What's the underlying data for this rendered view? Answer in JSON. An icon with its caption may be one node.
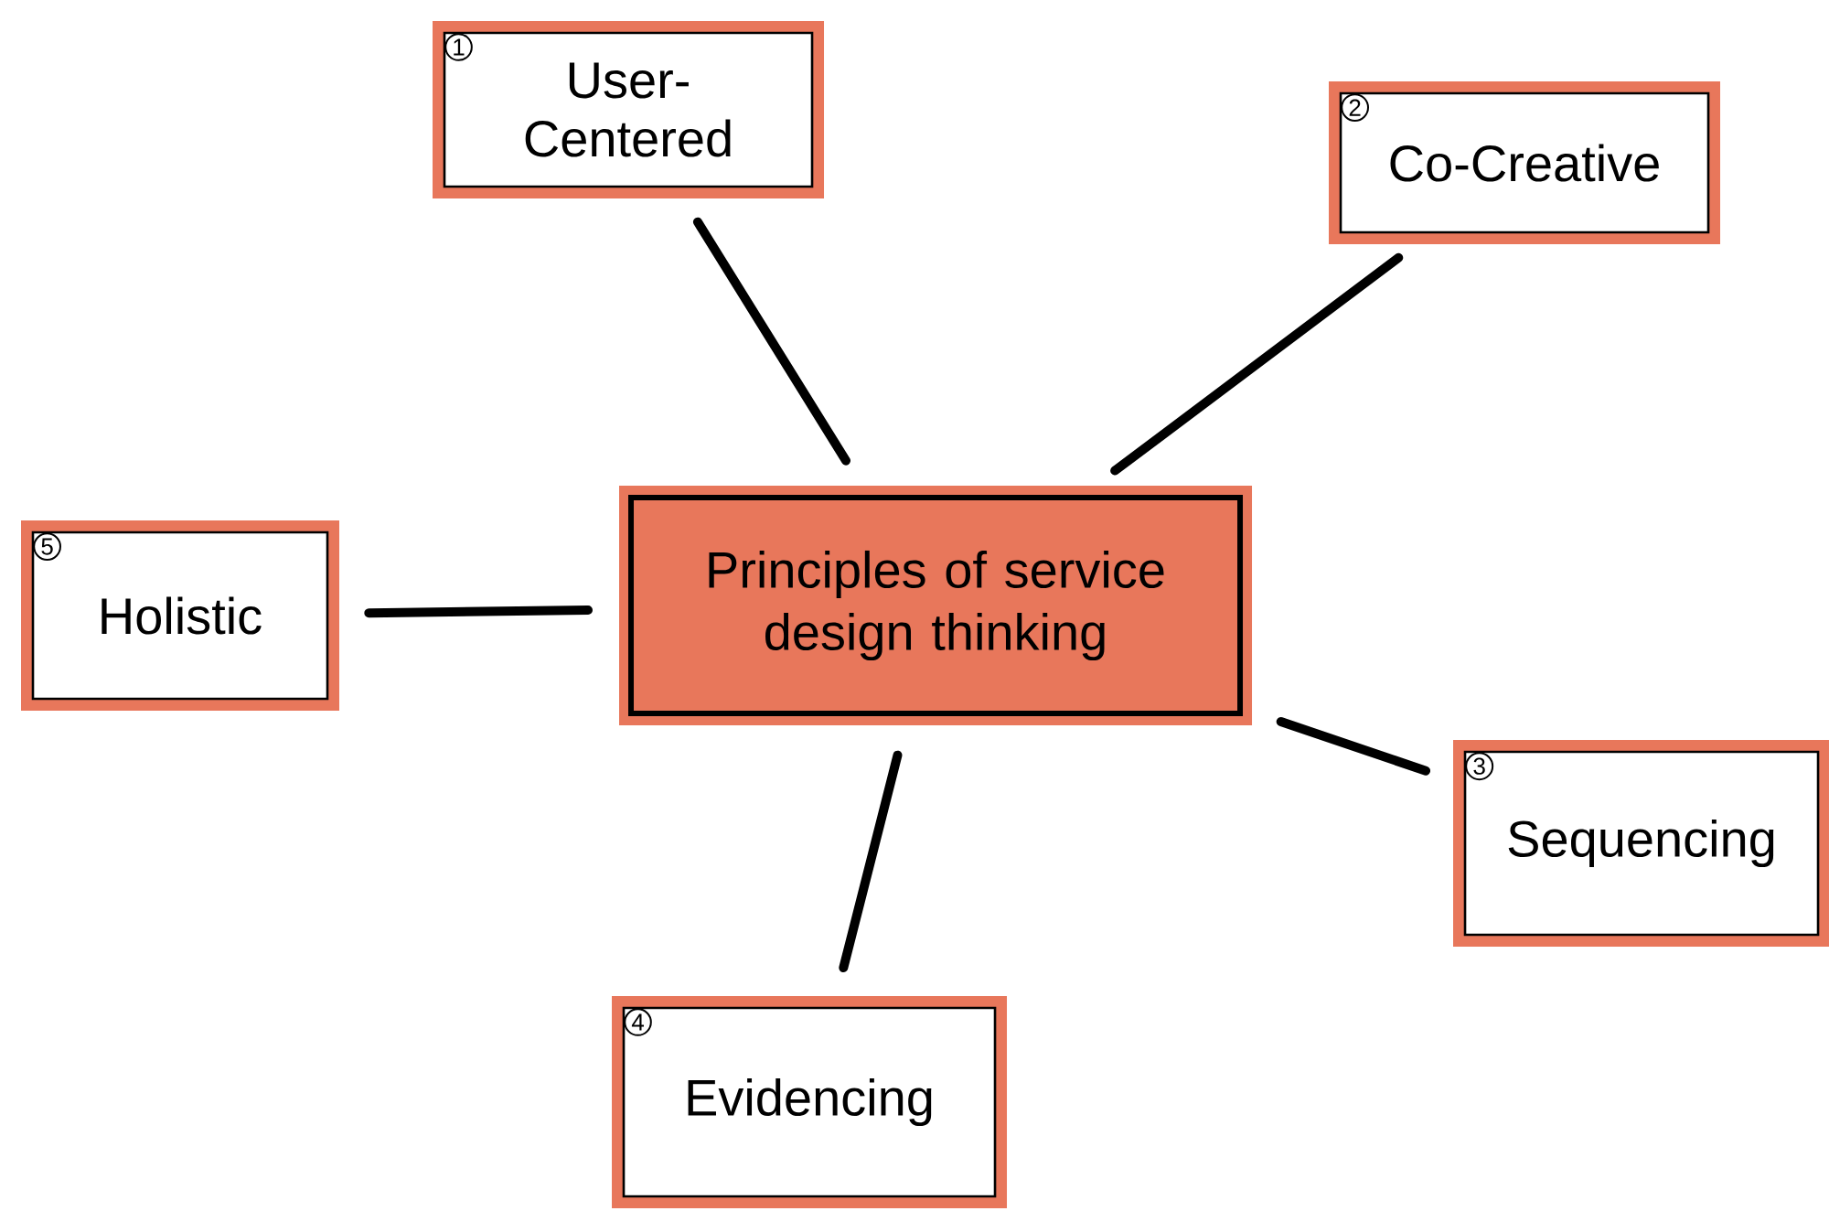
{
  "diagram": {
    "nodes": [
      {
        "text": [
          "Principles of service design thinking"
        ]
      },
      {
        "text": [
          "1",
          "User-Centered"
        ]
      },
      {
        "text": [
          "2",
          "Co-Creative"
        ]
      },
      {
        "text": [
          "5",
          "Holistic"
        ]
      },
      {
        "text": [
          "3",
          "Sequencing"
        ]
      },
      {
        "text": [
          "4",
          "Evidencing"
        ]
      }
    ],
    "edges": [
      {
        "from": 0,
        "to": 1,
        "arrow": "none"
      },
      {
        "from": 0,
        "to": 2,
        "arrow": "none"
      },
      {
        "from": 0,
        "to": 3,
        "arrow": "none"
      },
      {
        "from": 0,
        "to": 4,
        "arrow": "none"
      },
      {
        "from": 0,
        "to": 5,
        "arrow": "none"
      }
    ]
  }
}
